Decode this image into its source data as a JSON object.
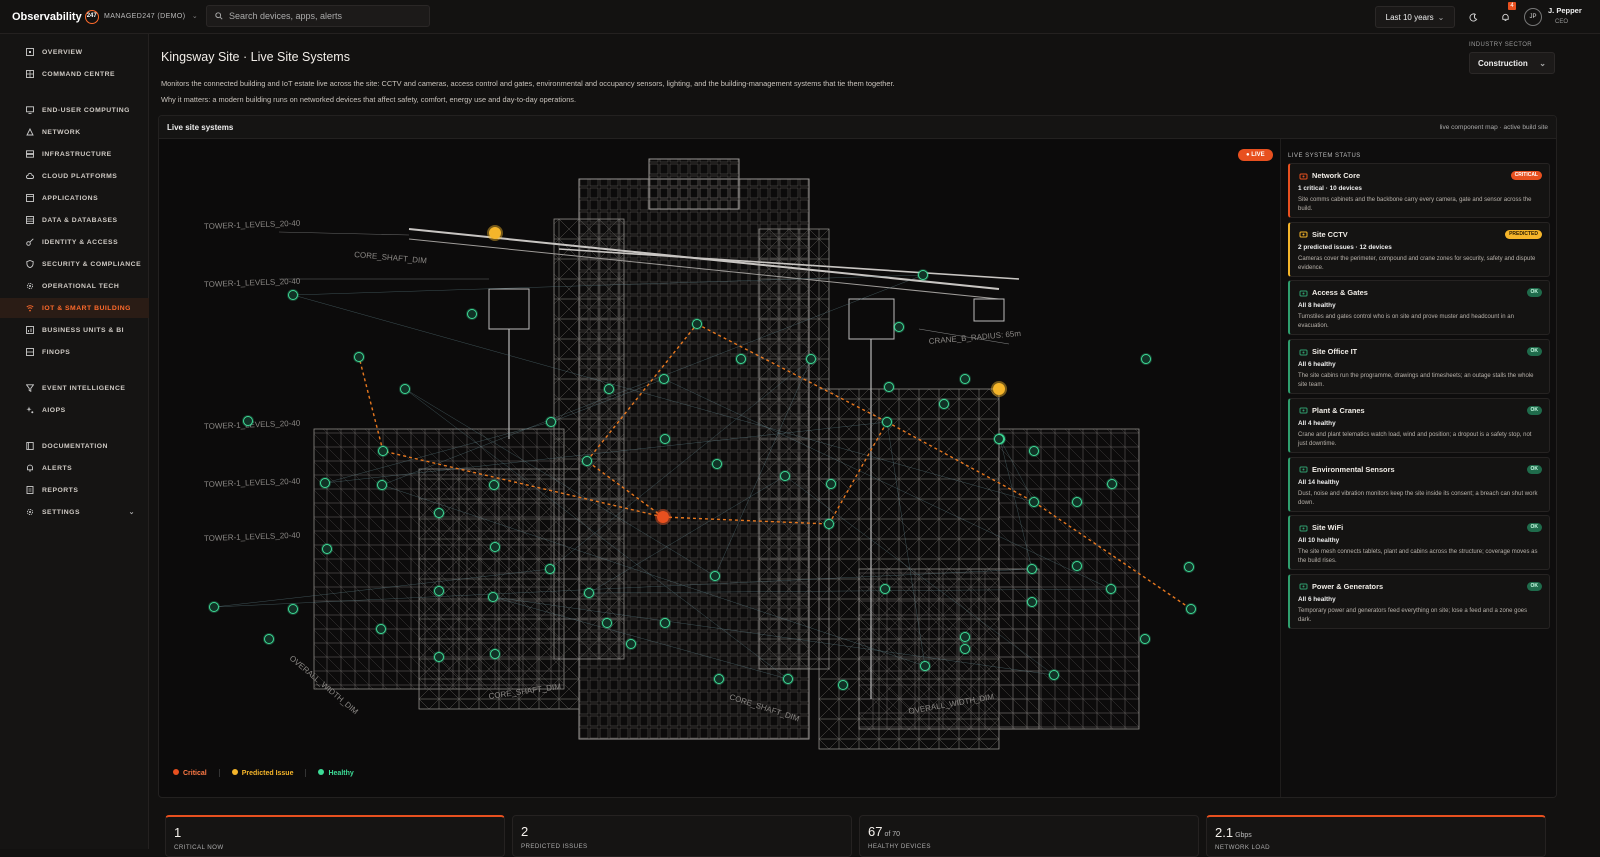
{
  "header": {
    "logo_text": "Observability",
    "logo_badge": "247",
    "tenant": "MANAGED247 (DEMO)",
    "search_placeholder": "Search devices, apps, alerts",
    "time_range": "Last 10 years",
    "notification_count": "4",
    "avatar_initials": "JP",
    "user_name": "J. Pepper",
    "user_role": "CEO"
  },
  "sidebar": {
    "items": [
      {
        "label": "OVERVIEW",
        "icon": "overview-icon"
      },
      {
        "label": "COMMAND CENTRE",
        "icon": "grid-icon"
      },
      {
        "label": "END-USER COMPUTING",
        "icon": "monitor-icon"
      },
      {
        "label": "NETWORK",
        "icon": "network-icon"
      },
      {
        "label": "INFRASTRUCTURE",
        "icon": "server-icon"
      },
      {
        "label": "CLOUD PLATFORMS",
        "icon": "cloud-icon"
      },
      {
        "label": "APPLICATIONS",
        "icon": "app-icon"
      },
      {
        "label": "DATA & DATABASES",
        "icon": "database-icon"
      },
      {
        "label": "IDENTITY & ACCESS",
        "icon": "key-icon"
      },
      {
        "label": "SECURITY & COMPLIANCE",
        "icon": "shield-icon"
      },
      {
        "label": "OPERATIONAL TECH",
        "icon": "gear-icon"
      },
      {
        "label": "IOT & SMART BUILDING",
        "icon": "wifi-icon"
      },
      {
        "label": "BUSINESS UNITS & BI",
        "icon": "chart-icon"
      },
      {
        "label": "FINOPS",
        "icon": "finops-icon"
      },
      {
        "label": "EVENT INTELLIGENCE",
        "icon": "funnel-icon"
      },
      {
        "label": "AIOPS",
        "icon": "sparkle-icon"
      },
      {
        "label": "DOCUMENTATION",
        "icon": "book-icon"
      },
      {
        "label": "ALERTS",
        "icon": "bell-icon"
      },
      {
        "label": "REPORTS",
        "icon": "report-icon"
      },
      {
        "label": "SETTINGS",
        "icon": "gear-icon"
      }
    ],
    "active": "IOT & SMART BUILDING"
  },
  "page": {
    "title": "Kingsway Site · Live Site Systems",
    "description": "Monitors the connected building and IoT estate live across the site: CCTV and cameras, access control and gates, environmental and occupancy sensors, lighting, and the building-management systems that tie them together.",
    "why": "Why it matters: a modern building runs on networked devices that affect safety, comfort, energy use and day-to-day operations.",
    "sector_label": "INDUSTRY SECTOR",
    "sector_value": "Construction"
  },
  "panel": {
    "title": "Live site systems",
    "subtitle": "live component map · active build site",
    "live_label": "● LIVE",
    "dim_labels": [
      "TOWER-1_LEVELS_20-40",
      "TOWER-1_LEVELS_20-40",
      "TOWER-1_LEVELS_20-40",
      "TOWER-1_LEVELS_20-40",
      "TOWER-1_LEVELS_20-40",
      "CORE_SHAFT_DIM",
      "CRANE_B_RADIUS: 65m",
      "CORE_SHAFT_DIM",
      "CORE_SHAFT_DIM",
      "OVERALL_WIDTH_DIM",
      "OVERALL_WIDTH_DIM"
    ],
    "legend": [
      {
        "label": "Critical",
        "color": "#e8501f"
      },
      {
        "label": "Predicted Issue",
        "color": "#f5b52a"
      },
      {
        "label": "Healthy",
        "color": "#3ddc97"
      }
    ]
  },
  "status": {
    "heading": "LIVE SYSTEM STATUS",
    "cards": [
      {
        "title": "Network Core",
        "badge": "CRITICAL",
        "count": "1 critical · 10 devices",
        "desc": "Site comms cabinets and the backbone carry every camera, gate and sensor across the build.",
        "state": "critical",
        "icon": "network-core-icon"
      },
      {
        "title": "Site CCTV",
        "badge": "PREDICTED",
        "count": "2 predicted issues · 12 devices",
        "desc": "Cameras cover the perimeter, compound and crane zones for security, safety and dispute evidence.",
        "state": "predicted",
        "icon": "camera-icon"
      },
      {
        "title": "Access & Gates",
        "badge": "OK",
        "count": "All 8 healthy",
        "desc": "Turnstiles and gates control who is on site and prove muster and headcount in an evacuation.",
        "state": "ok",
        "icon": "gate-icon"
      },
      {
        "title": "Site Office IT",
        "badge": "OK",
        "count": "All 6 healthy",
        "desc": "The site cabins run the programme, drawings and timesheets; an outage stalls the whole site team.",
        "state": "ok",
        "icon": "office-icon"
      },
      {
        "title": "Plant & Cranes",
        "badge": "OK",
        "count": "All 4 healthy",
        "desc": "Crane and plant telematics watch load, wind and position; a dropout is a safety stop, not just downtime.",
        "state": "ok",
        "icon": "crane-icon"
      },
      {
        "title": "Environmental Sensors",
        "badge": "OK",
        "count": "All 14 healthy",
        "desc": "Dust, noise and vibration monitors keep the site inside its consent; a breach can shut work down.",
        "state": "ok",
        "icon": "sensor-icon"
      },
      {
        "title": "Site WiFi",
        "badge": "OK",
        "count": "All 10 healthy",
        "desc": "The site mesh connects tablets, plant and cabins across the structure; coverage moves as the build rises.",
        "state": "ok",
        "icon": "wifi-icon"
      },
      {
        "title": "Power & Generators",
        "badge": "OK",
        "count": "All 6 healthy",
        "desc": "Temporary power and generators feed everything on site; lose a feed and a zone goes dark.",
        "state": "ok",
        "icon": "power-icon"
      }
    ]
  },
  "kpis": [
    {
      "value": "1",
      "suffix": "",
      "label": "CRITICAL NOW"
    },
    {
      "value": "2",
      "suffix": "",
      "label": "PREDICTED ISSUES"
    },
    {
      "value": "67",
      "suffix": "of 70",
      "label": "HEALTHY DEVICES"
    },
    {
      "value": "2.1",
      "suffix": "Gbps",
      "label": "NETWORK LOAD"
    }
  ],
  "colors": {
    "accent": "#e8501f",
    "critical": "#e8501f",
    "predicted": "#f5b52a",
    "healthy": "#3ddc97"
  }
}
